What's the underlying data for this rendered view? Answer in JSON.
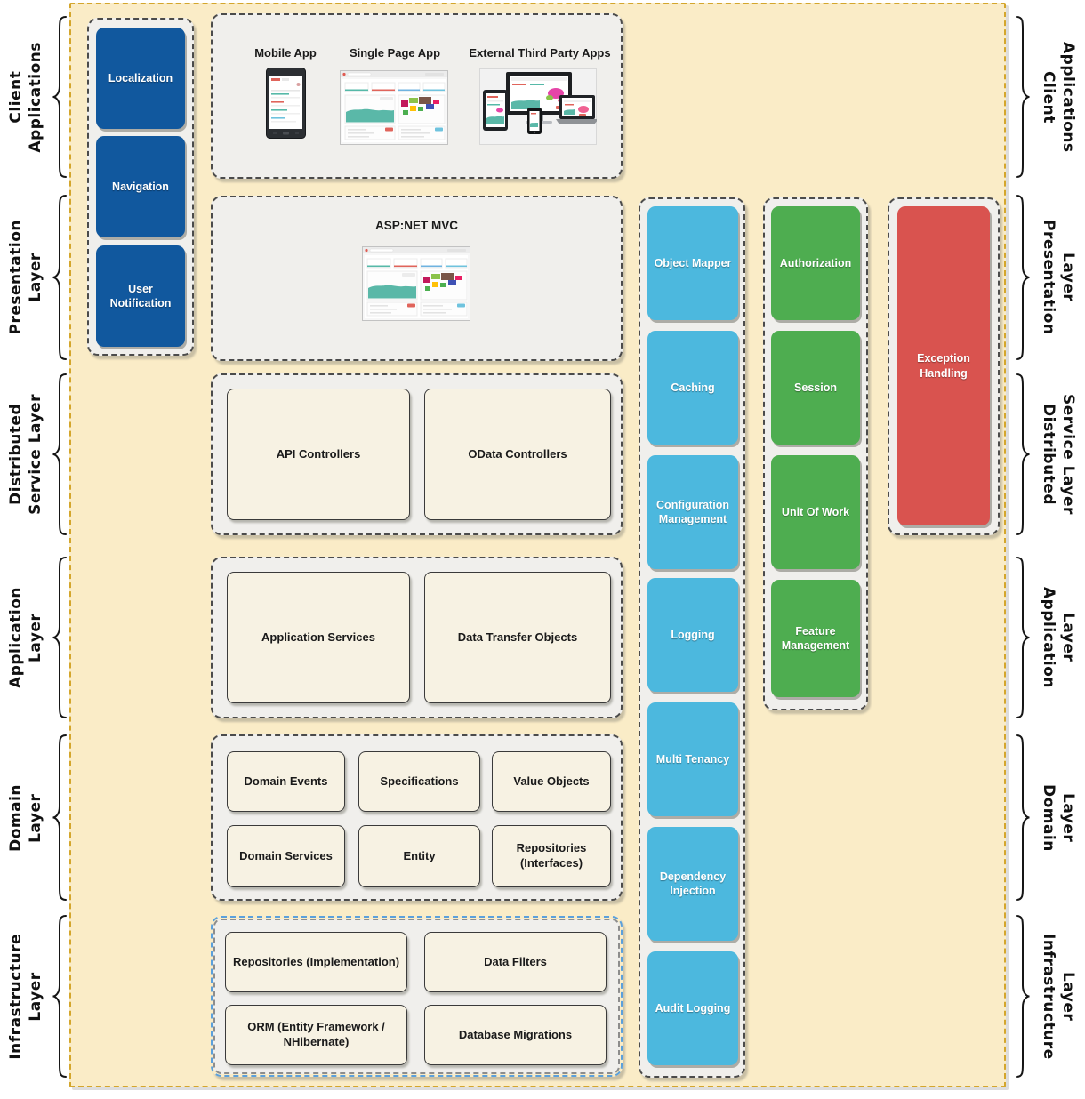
{
  "layers": [
    {
      "label": "Client\nApplications"
    },
    {
      "label": "Presentation\nLayer"
    },
    {
      "label": "Distributed\nService Layer"
    },
    {
      "label": "Application\nLayer"
    },
    {
      "label": "Domain\nLayer"
    },
    {
      "label": "Infrastructure\nLayer"
    }
  ],
  "presentation_modules": [
    "Localization",
    "Navigation",
    "User\nNotification"
  ],
  "client_applications": {
    "apps": [
      {
        "label": "Mobile App"
      },
      {
        "label": "Single Page App"
      },
      {
        "label": "External Third Party Apps"
      }
    ]
  },
  "presentation": {
    "title": "ASP:NET MVC"
  },
  "distributed_service": {
    "items": [
      "API Controllers",
      "OData Controllers"
    ]
  },
  "application_layer": {
    "items": [
      "Application Services",
      "Data Transfer Objects"
    ]
  },
  "domain_layer": {
    "items": [
      "Domain Events",
      "Specifications",
      "Value Objects",
      "Domain Services",
      "Entity",
      "Repositories\n(Interfaces)"
    ]
  },
  "infrastructure_layer": {
    "items": [
      "Repositories (Implementation)",
      "Data Filters",
      "ORM (Entity Framework /\nNHibernate)",
      "Database Migrations"
    ]
  },
  "cross_cutting": {
    "framework": [
      "Object Mapper",
      "Caching",
      "Configuration\nManagement",
      "Logging",
      "Multi Tenancy",
      "Dependency\nInjection",
      "Audit Logging"
    ],
    "session_group": [
      "Authorization",
      "Session",
      "Unit Of Work",
      "Feature\nManagement"
    ],
    "exception": [
      "Exception\nHandling"
    ]
  },
  "colors": {
    "background": "#faecc7",
    "panel_border": "#d4a62c",
    "module_blue": "#11589e",
    "framework_cyan": "#4cb8de",
    "session_green": "#4ead50",
    "exception_red": "#d9534f",
    "infrastructure_outline": "#5ba0dc"
  }
}
